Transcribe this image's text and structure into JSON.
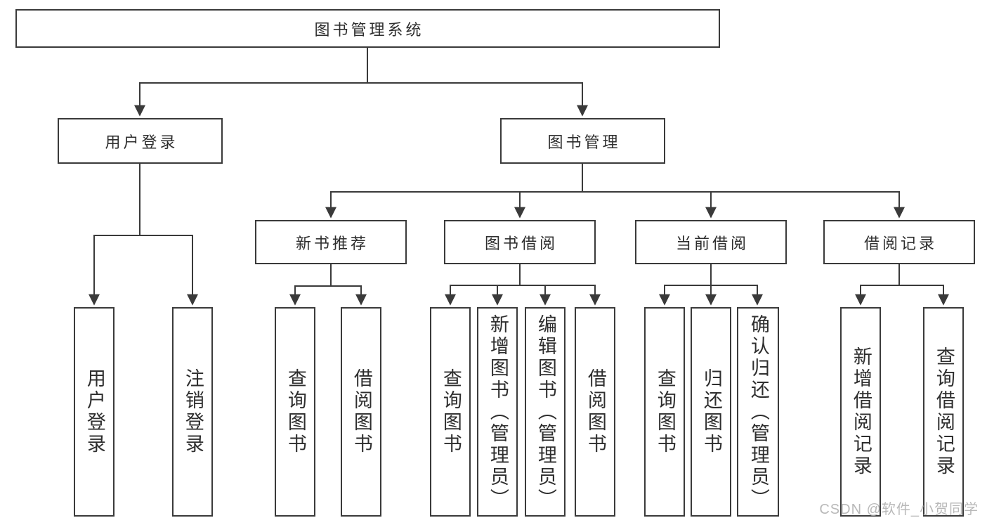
{
  "diagram": {
    "title_node": {
      "label": "图书管理系统"
    },
    "level2": [
      {
        "label": "用户登录"
      },
      {
        "label": "图书管理"
      }
    ],
    "level3": [
      {
        "label": "新书推荐"
      },
      {
        "label": "图书借阅"
      },
      {
        "label": "当前借阅"
      },
      {
        "label": "借阅记录"
      }
    ],
    "leaves_login": [
      {
        "label": "用户登录"
      },
      {
        "label": "注销登录"
      }
    ],
    "leaves_recommend": [
      {
        "label": "查询图书"
      },
      {
        "label": "借阅图书"
      }
    ],
    "leaves_borrow": [
      {
        "label": "查询图书"
      },
      {
        "label": "新增图书（管理员）"
      },
      {
        "label": "编辑图书（管理员）"
      },
      {
        "label": "借阅图书"
      }
    ],
    "leaves_current": [
      {
        "label": "查询图书"
      },
      {
        "label": "归还图书"
      },
      {
        "label": "确认归还（管理员）"
      }
    ],
    "leaves_records": [
      {
        "label": "新增借阅记录"
      },
      {
        "label": "查询借阅记录"
      }
    ]
  },
  "watermark": {
    "text": "CSDN @软件_小贺同学"
  },
  "colors": {
    "line": "#3a3a3a",
    "text": "#2e2e2e",
    "box_background": "#ffffff",
    "watermark": "#b9b9b9"
  }
}
